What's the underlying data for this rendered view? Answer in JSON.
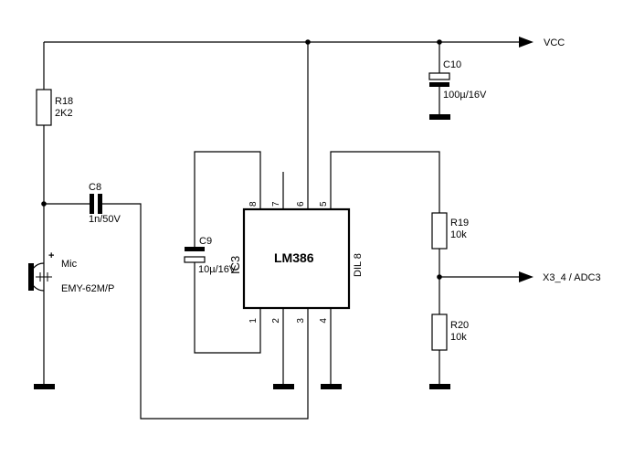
{
  "net_labels": {
    "vcc": "VCC",
    "adc": "X3_4 / ADC3"
  },
  "r18": {
    "ref": "R18",
    "value": "2K2"
  },
  "c8": {
    "ref": "C8",
    "value": "1n/50V"
  },
  "mic": {
    "ref": "Mic",
    "value": "EMY-62M/P",
    "polarity": "+"
  },
  "c9": {
    "ref": "C9",
    "value": "10µ/16V"
  },
  "c10": {
    "ref": "C10",
    "value": "100µ/16V"
  },
  "ic3": {
    "ref": "IC3",
    "part": "LM386",
    "package": "DIL 8",
    "pins_top": [
      "8",
      "7",
      "6",
      "5"
    ],
    "pins_bottom": [
      "1",
      "2",
      "3",
      "4"
    ]
  },
  "r19": {
    "ref": "R19",
    "value": "10k"
  },
  "r20": {
    "ref": "R20",
    "value": "10k"
  }
}
